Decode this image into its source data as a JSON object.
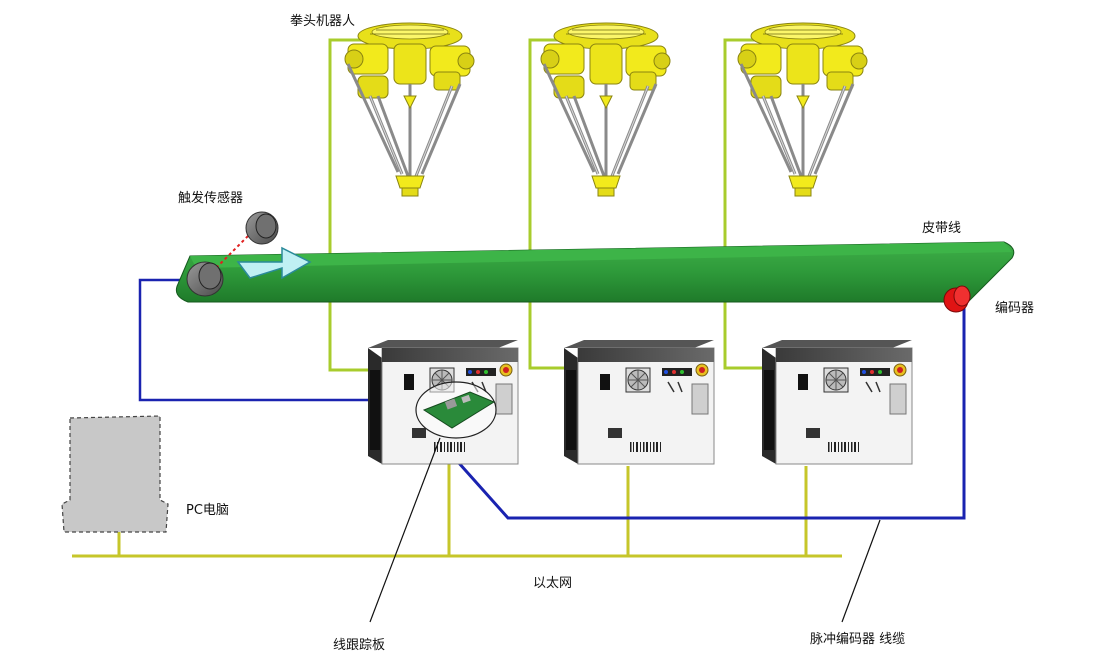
{
  "labels": {
    "robot": "拳头机器人",
    "trigger_sensor": "触发传感器",
    "conveyor": "皮带线",
    "encoder": "编码器",
    "pc": "PC电脑",
    "ethernet": "以太网",
    "tracking_board": "线跟踪板",
    "encoder_cable": "脉冲编码器 线缆"
  },
  "colors": {
    "robot_yellow": "#f2ea1c",
    "conveyor_green": "#2e9a3a",
    "signal_cable": "#a8cc2c",
    "ethernet_bus": "#c6c62a",
    "encoder_cable": "#1a23b0",
    "encoder_red": "#e01414",
    "controller_body": "#f3f3f3"
  }
}
